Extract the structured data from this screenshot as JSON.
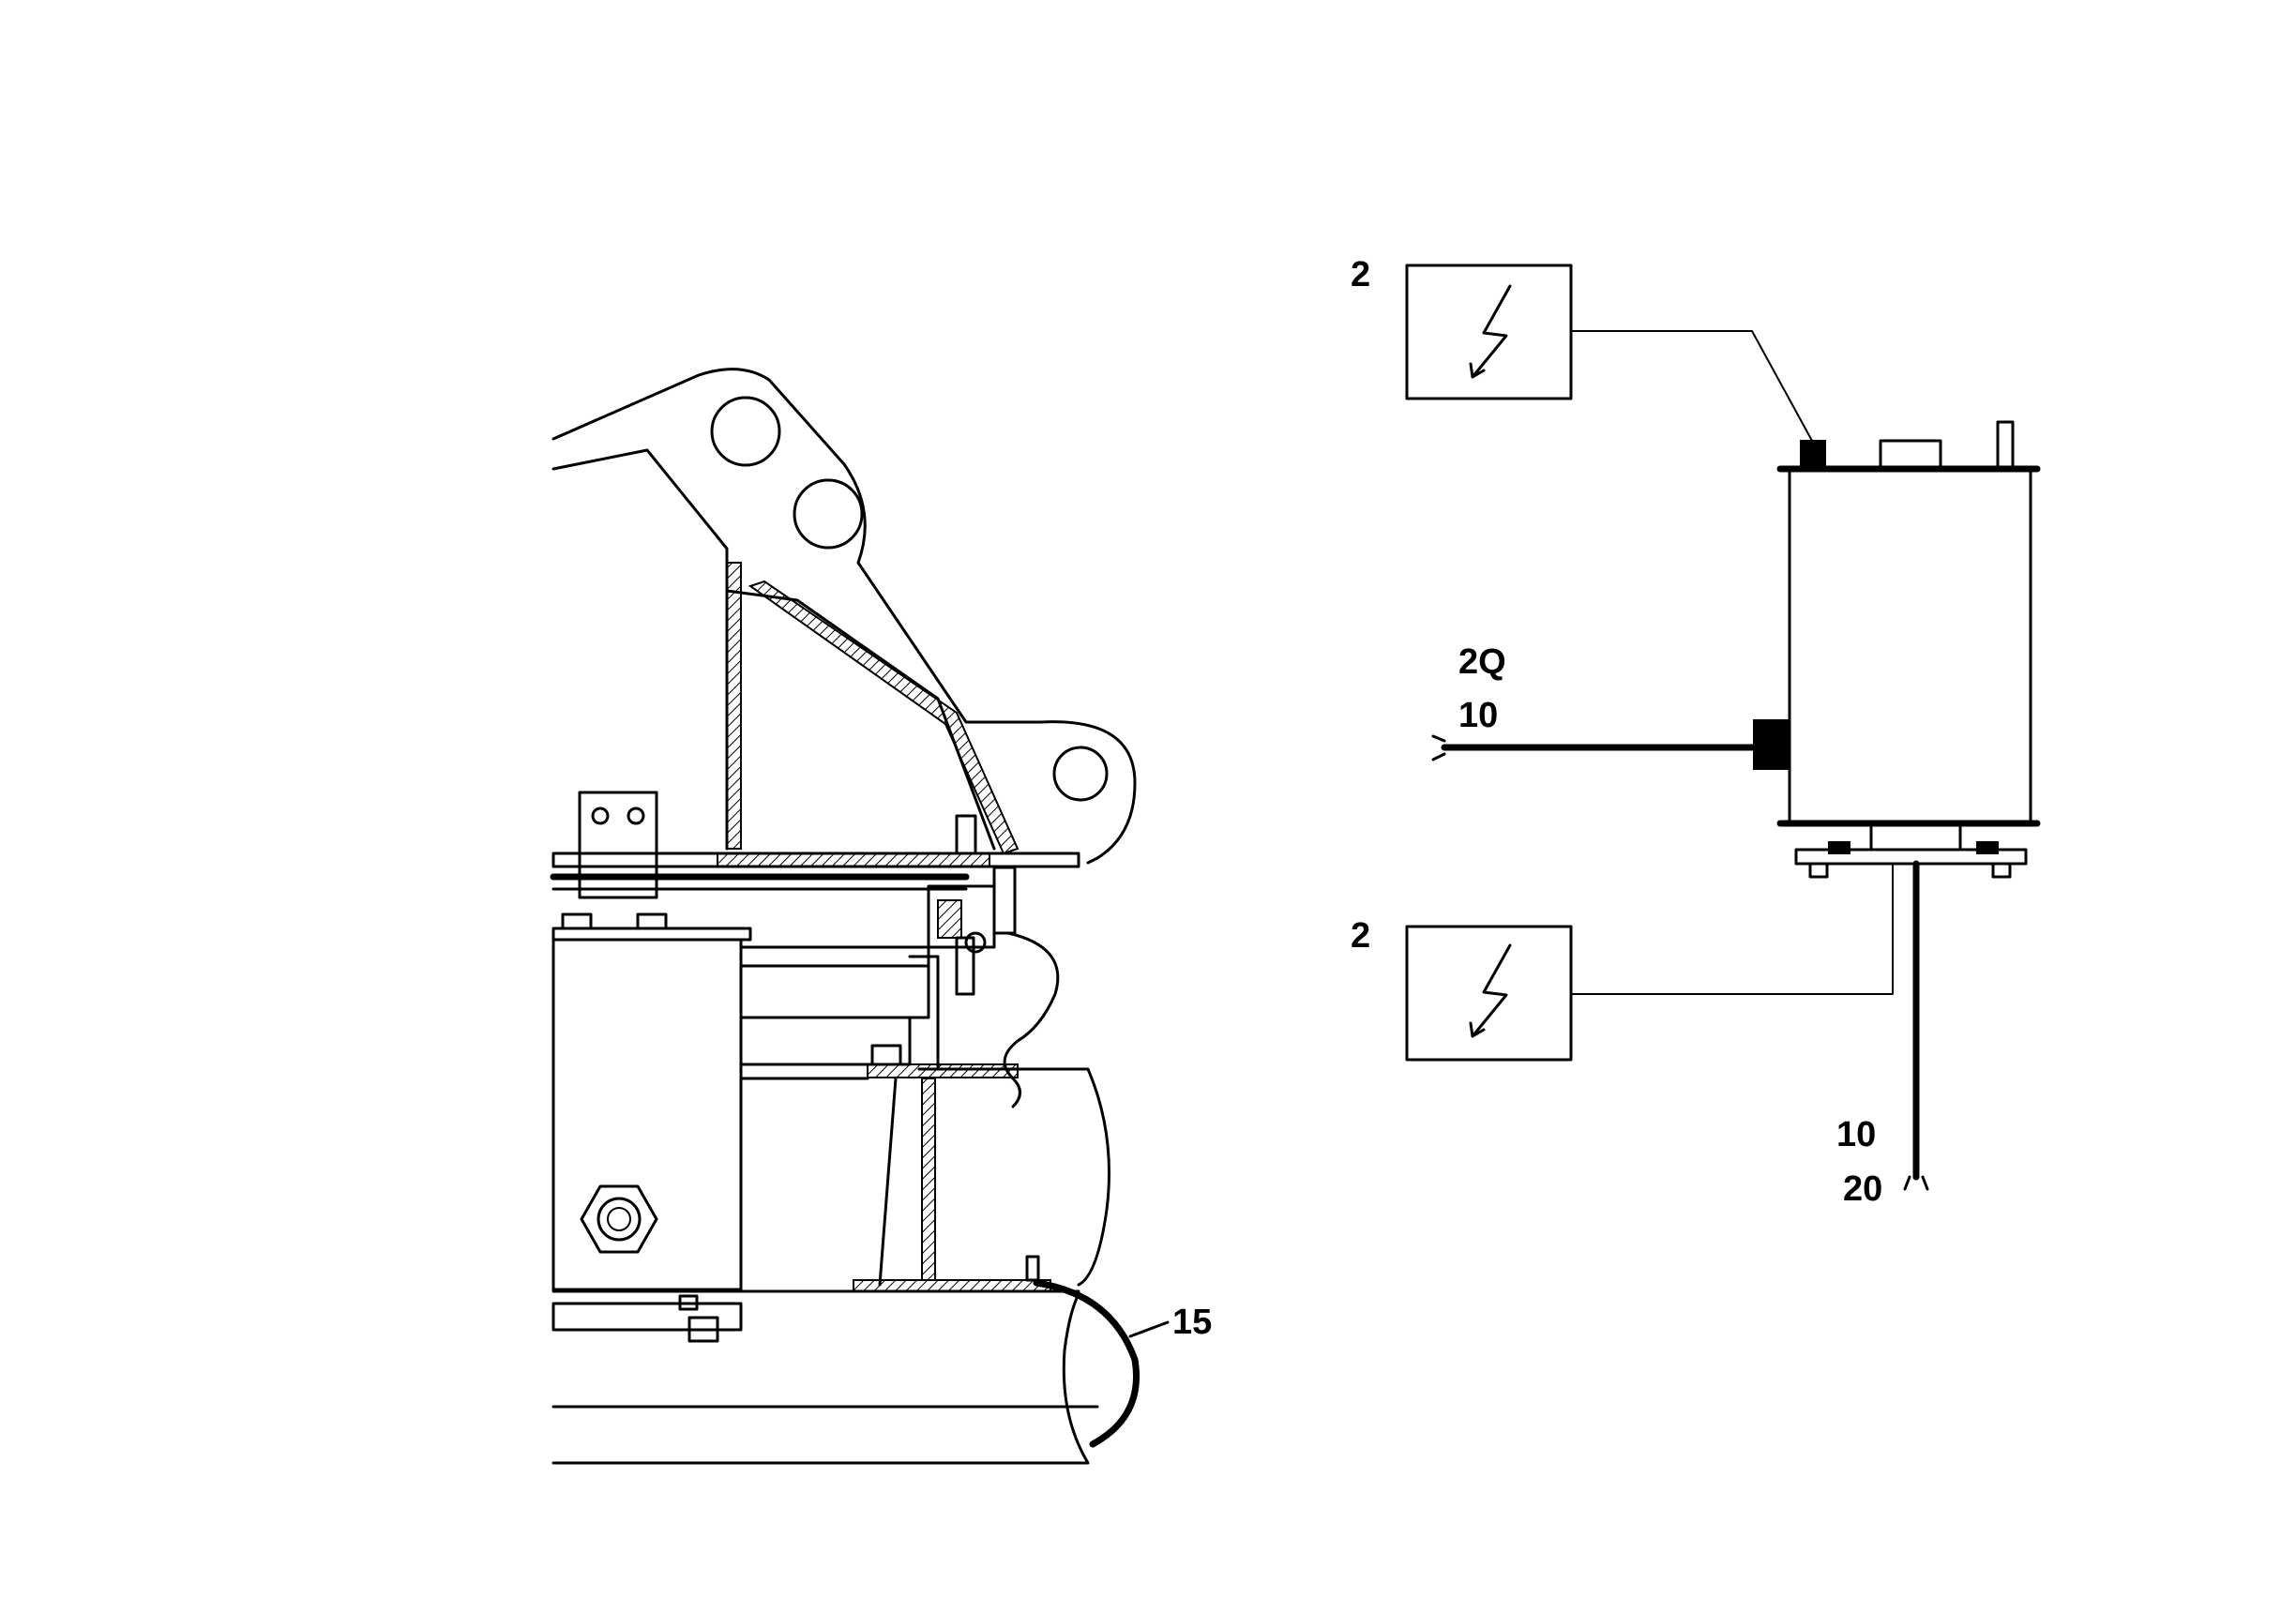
{
  "labels": {
    "box_top": "2",
    "box_bottom": "2",
    "cable_side_upper": "2Q",
    "cable_side_lower": "10",
    "cable_bottom_upper": "10",
    "cable_bottom_lower": "20",
    "part_15": "15"
  },
  "icons": {
    "box_top_symbol": "lightning-bolt-icon",
    "box_bottom_symbol": "lightning-bolt-icon"
  },
  "colors": {
    "line": "#000000",
    "background": "#ffffff"
  }
}
